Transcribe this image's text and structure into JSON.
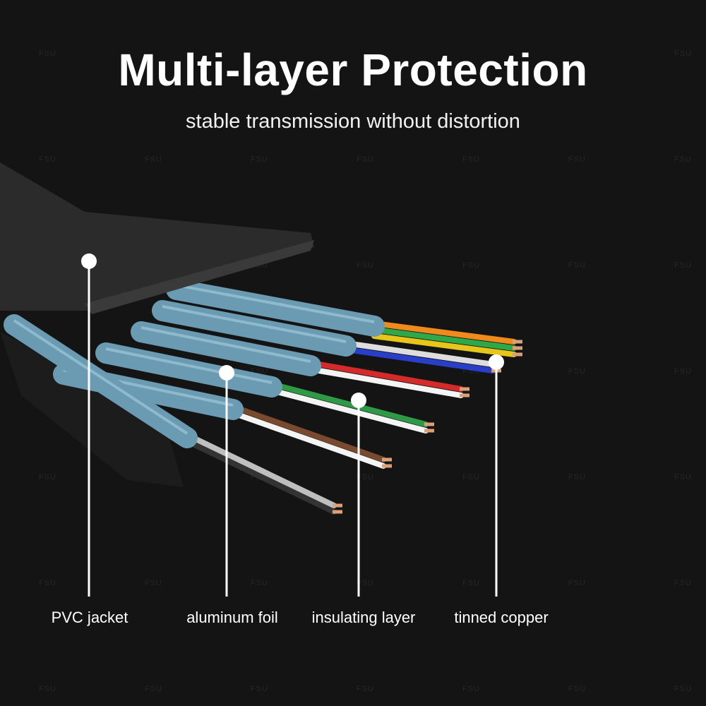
{
  "title": "Multi-layer Protection",
  "subtitle": "stable transmission without distortion",
  "watermark": "FSU",
  "labels": [
    {
      "id": "pvc",
      "text": "PVC jacket"
    },
    {
      "id": "foil",
      "text": "aluminum foil"
    },
    {
      "id": "insulation",
      "text": "insulating layer"
    },
    {
      "id": "copper",
      "text": "tinned copper"
    }
  ],
  "colors": {
    "background": "#141414",
    "foil": "#6a9bb3",
    "jacket": "#2a2a2a",
    "copper": "#d9a07a"
  },
  "wire_colors": [
    "#f08a1c",
    "#2fa84a",
    "#e8c51a",
    "#dddddd",
    "#2a3fc9",
    "#d42a2a",
    "#f4f4f4",
    "#2f9a45",
    "#f4f4f4",
    "#7a4a2e",
    "#f4f4f4",
    "#bfbfbf",
    "#333333"
  ]
}
